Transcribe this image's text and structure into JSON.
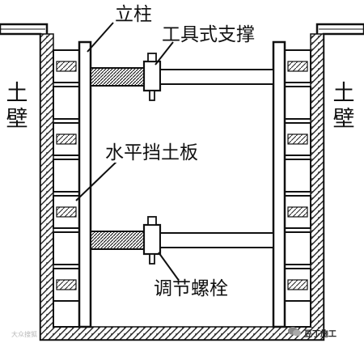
{
  "labels": {
    "column": "立柱",
    "tool_strut": "工具式支撑",
    "soil_left": "土壁",
    "soil_right": "土壁",
    "lagging": "水平挡土板",
    "adjust_bolt": "调节螺栓"
  },
  "watermark_left": "大众搜狐",
  "brand": "豆丁施工",
  "colors": {
    "line": "#111111",
    "board_fill": "#ffffff"
  },
  "icons": {
    "brand_logo": "wechat-bubble-icon"
  }
}
